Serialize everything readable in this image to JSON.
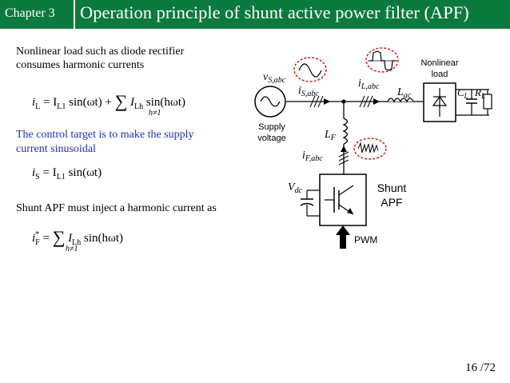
{
  "header": {
    "chapter": "Chapter 3",
    "title": "Operation principle of shunt active power filter (APF)"
  },
  "content": {
    "para1_line1": "Nonlinear load such as diode rectifier",
    "para1_line2": "consumes harmonic currents",
    "eq1_il": "i",
    "eq1_il_sub": "L",
    "eq1_rhs1": "= I",
    "eq1_rhs1_sub": "L1",
    "eq1_sin1": " sin(ωt) + ",
    "eq1_sigma": "∑",
    "eq1_under": "h≠1",
    "eq1_I": "I",
    "eq1_I_sub": "Lh",
    "eq1_sin2": " sin(hωt)",
    "para2_line1": "The control target is to make the supply",
    "para2_line2": "current sinusoidal",
    "eq2_i": "i",
    "eq2_i_sub": "S",
    "eq2_rhs": "= I",
    "eq2_rhs_sub": "L1",
    "eq2_sin": " sin(ωt)",
    "para3": "Shunt APF must inject a harmonic current as",
    "eq3_i": "i",
    "eq3_i_sup": "*",
    "eq3_i_sub": "F",
    "eq3_eq": "= ",
    "eq3_sigma": "∑",
    "eq3_under": "h≠1",
    "eq3_I": "I",
    "eq3_I_sub": "Lh",
    "eq3_sin": " sin(hωt)"
  },
  "diagram": {
    "vs_label": "v",
    "vs_sub": "S,abc",
    "is_label": "i",
    "is_sub": "S,abc",
    "il_label": "i",
    "il_sub": "L,abc",
    "lac_label": "L",
    "lac_sub": "ac",
    "nonlinear_line1": "Nonlinear",
    "nonlinear_line2": "load",
    "cl_label": "C",
    "cl_sub": "L",
    "rl_label": "R",
    "rl_sub": "L",
    "supply_line1": "Supply",
    "supply_line2": "voltage",
    "lf_label": "L",
    "lf_sub": "F",
    "if_label": "i",
    "if_sub": "F,abc",
    "vdc_label": "V",
    "vdc_sub": "dc",
    "shunt_line1": "Shunt",
    "shunt_line2": "APF",
    "pwm": "PWM"
  },
  "footer": {
    "page": "16 /72"
  },
  "colors": {
    "header_bg": "#0b7a3e",
    "highlight_blue": "#1f2fbf",
    "callout_red": "#d42020"
  }
}
